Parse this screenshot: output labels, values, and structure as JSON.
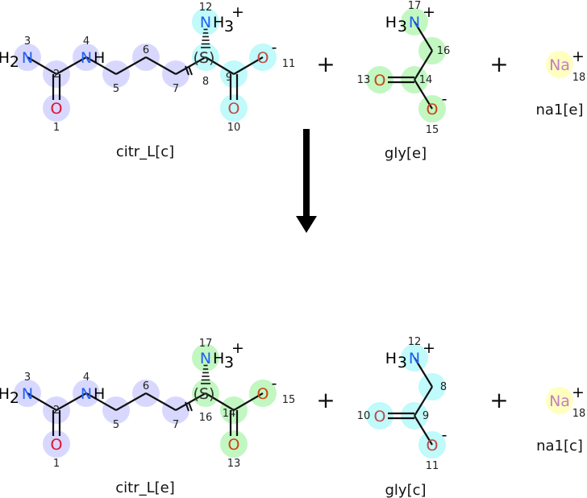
{
  "reactants": [
    {
      "name": "citr_L[c]",
      "atoms": [
        {
          "n": "1",
          "sym": "O"
        },
        {
          "n": "2",
          "sym": ""
        },
        {
          "n": "3",
          "sym": "N",
          "pre": "H2"
        },
        {
          "n": "4",
          "sym": "N",
          "post": "H"
        },
        {
          "n": "5",
          "sym": ""
        },
        {
          "n": "6",
          "sym": ""
        },
        {
          "n": "7",
          "sym": ""
        },
        {
          "n": "8",
          "sym": "",
          "stereo": "(S)"
        },
        {
          "n": "9",
          "sym": ""
        },
        {
          "n": "10",
          "sym": "O"
        },
        {
          "n": "11",
          "sym": "O",
          "charge": "-"
        },
        {
          "n": "12",
          "sym": "N",
          "post": "H3",
          "charge": "+"
        }
      ]
    },
    {
      "name": "gly[e]",
      "atoms": [
        {
          "n": "13",
          "sym": "O"
        },
        {
          "n": "14",
          "sym": ""
        },
        {
          "n": "15",
          "sym": "O",
          "charge": "-"
        },
        {
          "n": "16",
          "sym": ""
        },
        {
          "n": "17",
          "sym": "N",
          "pre": "H3",
          "charge": "+"
        }
      ]
    },
    {
      "name": "na1[e]",
      "atoms": [
        {
          "n": "18",
          "sym": "Na",
          "charge": "+"
        }
      ]
    }
  ],
  "products": [
    {
      "name": "citr_L[e]",
      "atoms": [
        {
          "n": "1",
          "sym": "O"
        },
        {
          "n": "2",
          "sym": ""
        },
        {
          "n": "3",
          "sym": "N",
          "pre": "H2"
        },
        {
          "n": "4",
          "sym": "N",
          "post": "H"
        },
        {
          "n": "5",
          "sym": ""
        },
        {
          "n": "6",
          "sym": ""
        },
        {
          "n": "7",
          "sym": ""
        },
        {
          "n": "16",
          "sym": "",
          "stereo": "(S)"
        },
        {
          "n": "14",
          "sym": ""
        },
        {
          "n": "13",
          "sym": "O"
        },
        {
          "n": "15",
          "sym": "O",
          "charge": "-"
        },
        {
          "n": "17",
          "sym": "N",
          "post": "H3",
          "charge": "+"
        }
      ]
    },
    {
      "name": "gly[c]",
      "atoms": [
        {
          "n": "10",
          "sym": "O"
        },
        {
          "n": "9",
          "sym": ""
        },
        {
          "n": "11",
          "sym": "O",
          "charge": "-"
        },
        {
          "n": "8",
          "sym": ""
        },
        {
          "n": "12",
          "sym": "N",
          "pre": "H3",
          "charge": "+"
        }
      ]
    },
    {
      "name": "na1[c]",
      "atoms": [
        {
          "n": "18",
          "sym": "Na",
          "charge": "+"
        }
      ]
    }
  ],
  "plus_sign": "+",
  "colors": {
    "lavender": "#d8d8ff",
    "cyan": "#c0fafa",
    "green": "#c2f7c2",
    "yellow": "#ffffc0",
    "nitrogen": "#2060f0",
    "oxygen_red": "#dd1133",
    "oxygen_orange": "#cc4411",
    "oxygen_cyan": "#c04848",
    "sodium": "#c080c0"
  }
}
